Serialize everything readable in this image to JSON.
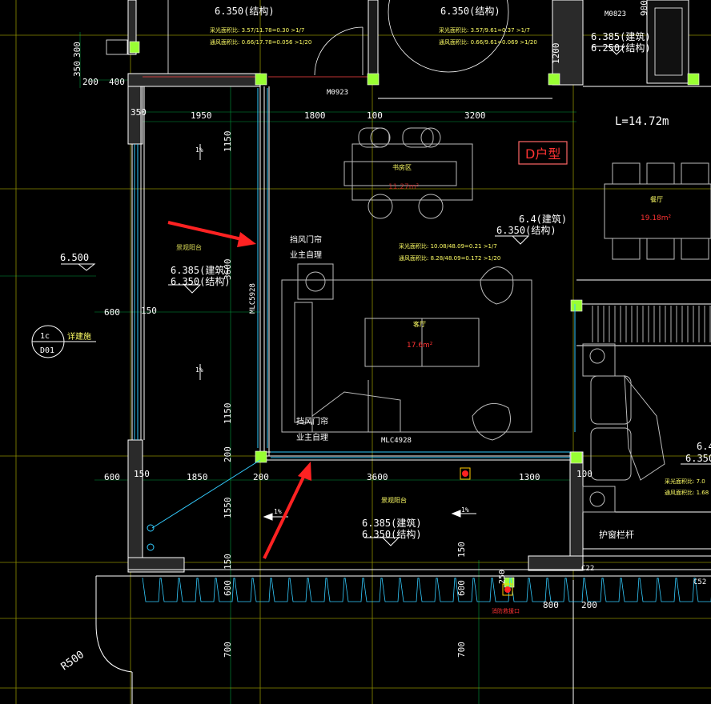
{
  "labels": {
    "top_elev_left": "6.350(结构)",
    "top_elev_mid": "6.350(结构)",
    "top_ratio_left_1": "采光面积比: 3.57/11.78=0.30 >1/7",
    "top_ratio_left_2": "通风面积比: 0.66/17.78=0.056 >1/20",
    "top_ratio_mid_1": "采光面积比: 3.57/9.61=0.37 >1/7",
    "top_ratio_mid_2": "通风面积比: 0.66/9.61=0.069 >1/20",
    "top_right_elev1": "6.385(建筑)",
    "top_right_elev2": "6.250(结构)",
    "m0823": "M0823",
    "m0923": "M0923",
    "l_length": "L=14.72m",
    "unit_type": "D户型",
    "dining_name": "餐厅",
    "dining_area": "19.18m²",
    "study_name": "书房区",
    "study_area": "11.27m²",
    "living_name": "客厅",
    "living_area": "17.6m²",
    "living_elev1": "6.4(建筑)",
    "living_elev2": "6.350(结构)",
    "living_ratio1": "采光面积比: 10.08/48.09=0.21 >1/7",
    "living_ratio2": "通风面积比: 8.28/48.09=0.172 >1/20",
    "curtain1_a": "挡风门帘",
    "curtain1_b": "业主自理",
    "curtain2_a": "挡风门帘",
    "curtain2_b": "业主自理",
    "mlc_vert": "MLC5928",
    "mlc_horiz": "MLC4928",
    "balcony_name": "景观阳台",
    "left_balcony_elev1": "6.385(建筑)",
    "left_balcony_elev2": "6.350(结构)",
    "bottom_balcony_elev1": "6.385(建筑)",
    "bottom_balcony_elev2": "6.350(结构)",
    "left_level": "6.500",
    "detail_ref_top": "1c",
    "detail_ref_bottom": "D01",
    "detail_note": "详建施",
    "slope1": "1%",
    "slope2": "1%",
    "slope3": "1%",
    "slope4": "1%",
    "guard_rail": "护窗栏杆",
    "right_elev1": "6.4",
    "right_elev2": "6.350",
    "right_ratio1": "采光面积比: 7.0",
    "right_ratio2": "通风面积比: 1.68",
    "radius": "R500",
    "drain_note": "消防救援口",
    "c_label": "C52",
    "c_label2": "C22"
  },
  "dims": {
    "d350": "350",
    "d300": "300",
    "d200a": "200",
    "d400a": "400",
    "d350b": "350",
    "d1950": "1950",
    "d1800": "1800",
    "d100": "100",
    "d3200": "3200",
    "d1150a": "1150",
    "d3600v": "3600",
    "d600a": "600",
    "d150a": "150",
    "d1150b": "1150",
    "d200b": "200",
    "d600b": "600",
    "d150b": "150",
    "d1850": "1850",
    "d200c": "200",
    "d3600h": "3600",
    "d1300": "1300",
    "d100b": "100",
    "d1550": "1550",
    "d150c": "150",
    "d600c": "600",
    "d700a": "700",
    "d150d": "150",
    "d600d": "600",
    "d700b": "700",
    "d250": "250",
    "d800": "800",
    "d200d": "200",
    "d1200": "1200",
    "d900": "900"
  }
}
